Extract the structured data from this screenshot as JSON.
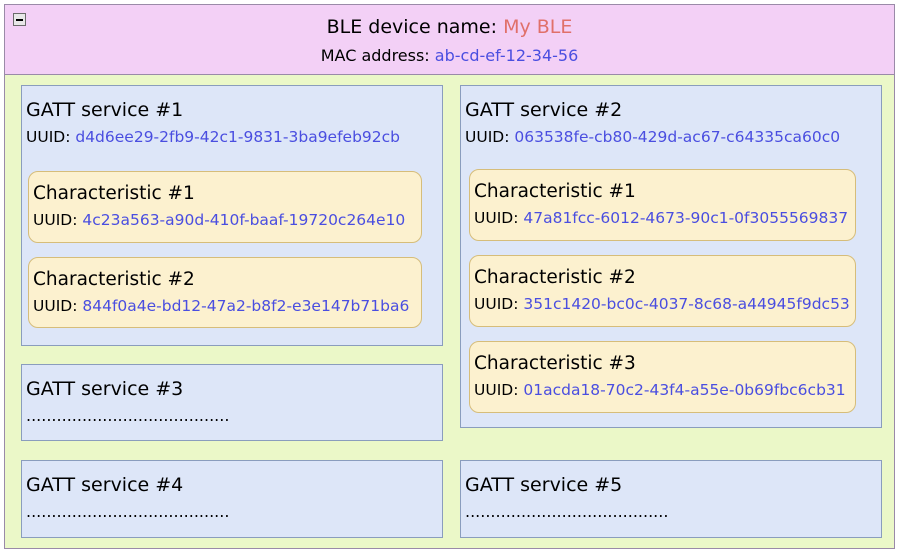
{
  "device": {
    "name_label": "BLE device name:",
    "name_value": "My BLE",
    "mac_label": "MAC address:",
    "mac_value": "ab-cd-ef-12-34-56"
  },
  "uuid_label": "UUID:",
  "services": [
    {
      "title": "GATT service #1",
      "uuid": "d4d6ee29-2fb9-42c1-9831-3ba9efeb92cb",
      "characteristics": [
        {
          "title": "Characteristic #1",
          "uuid": "4c23a563-a90d-410f-baaf-19720c264e10"
        },
        {
          "title": "Characteristic #2",
          "uuid": "844f0a4e-bd12-47a2-b8f2-e3e147b71ba6"
        }
      ]
    },
    {
      "title": "GATT service #2",
      "uuid": "063538fe-cb80-429d-ac67-c64335ca60c0",
      "characteristics": [
        {
          "title": "Characteristic #1",
          "uuid": "47a81fcc-6012-4673-90c1-0f3055569837"
        },
        {
          "title": "Characteristic #2",
          "uuid": "351c1420-bc0c-4037-8c68-a44945f9dc53"
        },
        {
          "title": "Characteristic #3",
          "uuid": "01acda18-70c2-43f4-a55e-0b69fbc6cb31"
        }
      ]
    },
    {
      "title": "GATT service #3",
      "placeholder": "........................................"
    },
    {
      "title": "GATT service #4",
      "placeholder": "........................................"
    },
    {
      "title": "GATT service #5",
      "placeholder": "........................................"
    }
  ],
  "colors": {
    "header_bg": "#f3d0f6",
    "container_bg": "#ebf8c8",
    "service_bg": "#dde6f8",
    "characteristic_bg": "#fcf1cf",
    "value_red": "#e0706a",
    "value_blue": "#4a4ee0"
  }
}
